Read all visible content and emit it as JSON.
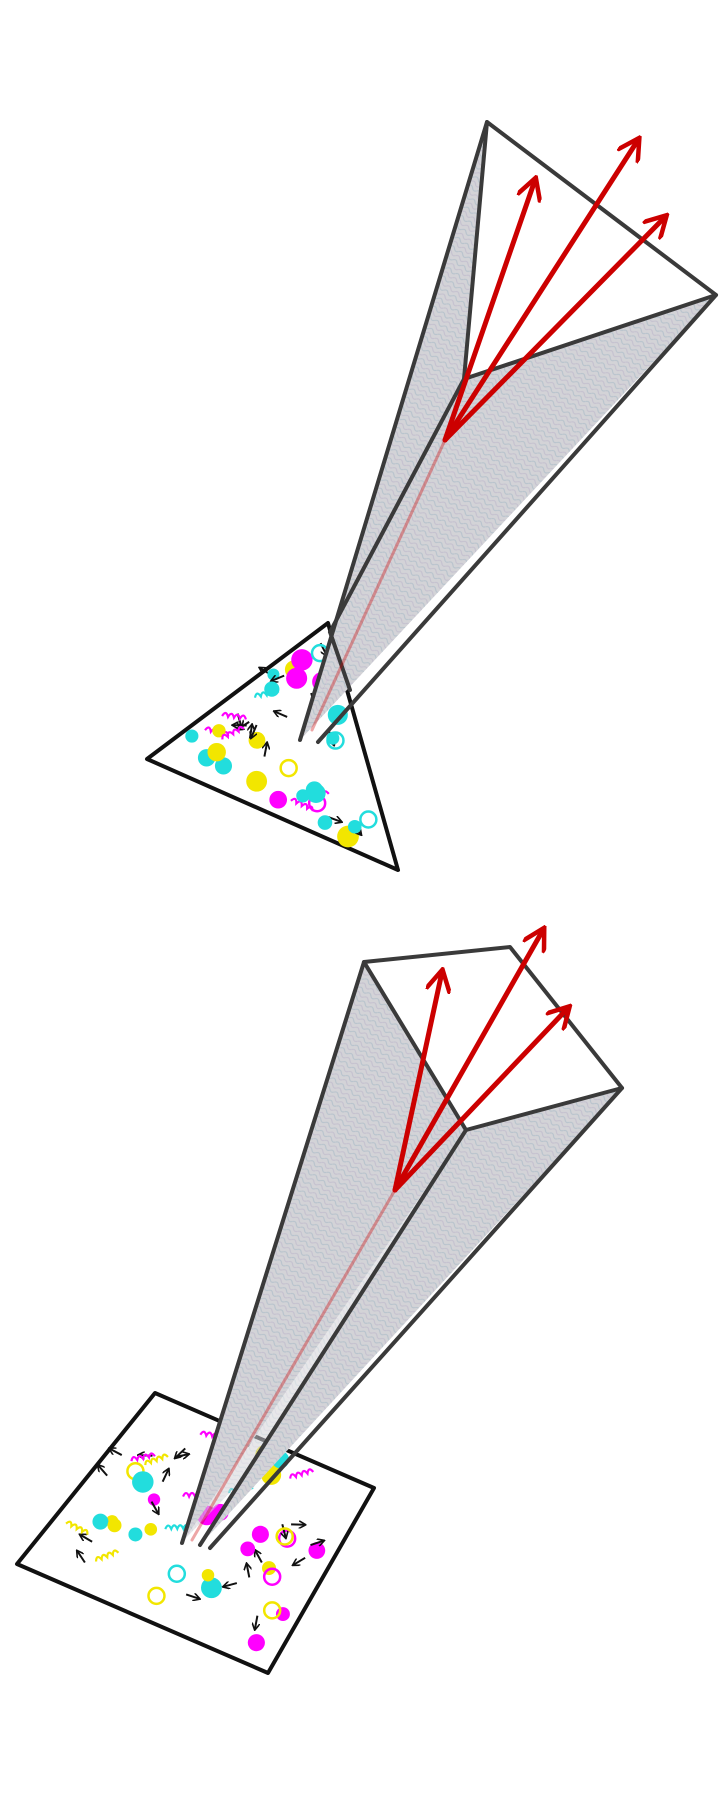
{
  "figure": {
    "panels": [
      {
        "id": "top",
        "base_shape": "triangle",
        "funnel_opening": "triangle",
        "arrow_count": 3,
        "particle_count": 48
      },
      {
        "id": "bottom",
        "base_shape": "square",
        "funnel_opening": "quadrilateral",
        "arrow_count": 3,
        "particle_count": 56
      }
    ]
  },
  "palette": {
    "outline": "#3a3a3a",
    "base_outline": "#111111",
    "funnel_fill": "#cfcfd3",
    "funnel_texture": "#a8b8c8",
    "beam_arrow": "#cc0000",
    "particle_magenta": "#ff00ff",
    "particle_cyan": "#22dddd",
    "particle_yellow": "#f2e600",
    "small_arrow": "#111111"
  },
  "icons": {
    "particle_solid": "filled-dot",
    "particle_ring": "open-circle",
    "particle_coil": "spring-coil",
    "direction": "arrow"
  }
}
